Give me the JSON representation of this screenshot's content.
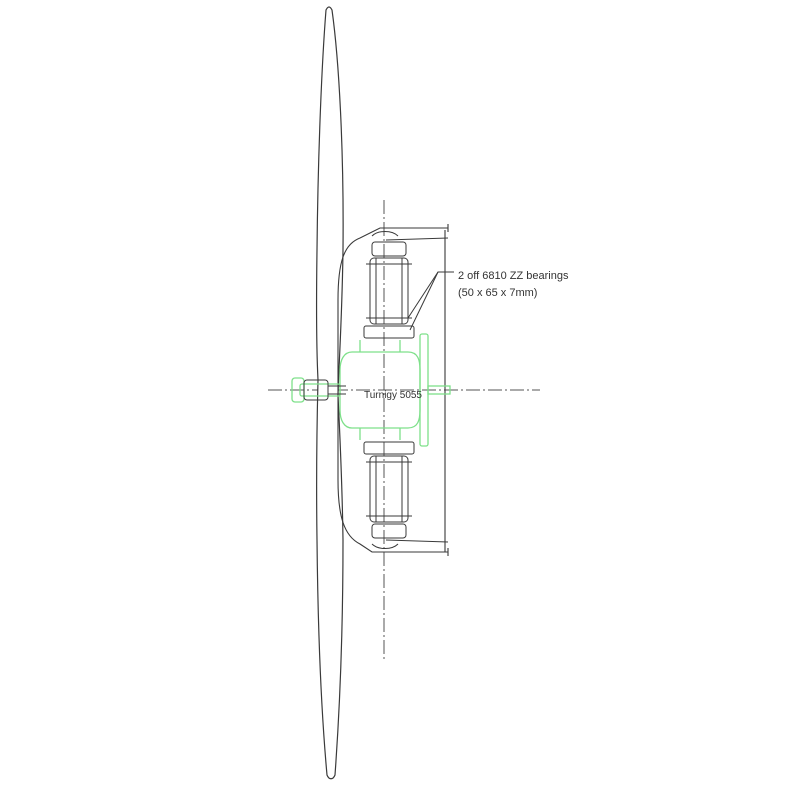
{
  "annotations": {
    "bearings_line1": "2 off 6810 ZZ bearings",
    "bearings_line2": "(50 x 65 x 7mm)",
    "motor_label": "Turnigy 5055"
  },
  "colors": {
    "line": "#3a3a3a",
    "motor": "#7ee08a",
    "background": "#ffffff"
  }
}
